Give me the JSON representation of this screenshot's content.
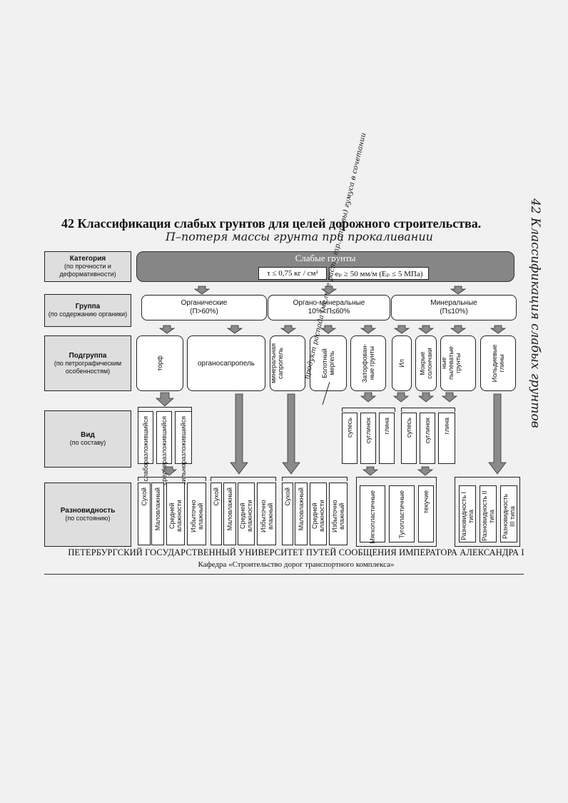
{
  "title": "42 Классификация слабых грунтов для целей дорожного строительства.",
  "handwriting": {
    "subtitle": "П–потеря массы грунта при прокаливании",
    "side": "42 Классификация слабых грунтов",
    "note": "продукт распада (мелкие раст., тр., травы) гумуса в сочетании"
  },
  "labels": {
    "category": {
      "name": "Категория",
      "desc": "(по прочности и деформативности)"
    },
    "group": {
      "name": "Группа",
      "desc": "(по содержанию органики)"
    },
    "subgroup": {
      "name": "Подгруппа",
      "desc": "(по петрографическим особенностям)"
    },
    "kind": {
      "name": "Вид",
      "desc": "(по составу)"
    },
    "variety": {
      "name": "Разновидность",
      "desc": "(по состоянию)"
    }
  },
  "category_box": {
    "title": "Слабые грунты",
    "formula_left": "τ ≤ 0,75 кг / см²",
    "formula_right": "eₚ ≥ 50 мм/м (Eₚ ≤ 5 МПа)"
  },
  "groups": [
    {
      "name": "Органические",
      "cond": "(П>60%)"
    },
    {
      "name": "Органо-минеральные",
      "cond": "10%<П≤60%"
    },
    {
      "name": "Минеральные",
      "cond": "(П≤10%)"
    }
  ],
  "subgroups": {
    "torf": "торф",
    "organosapropel": "органосапропель",
    "org_min_sapropel": "органо - минеральная сапропель",
    "bolotny_mergel": "Болотный мергель",
    "zatorfovannye": "Заторфован-ные грунты",
    "il": "Ил",
    "mokrye_solonchaki": "Мокрые солончаки",
    "pereuvlazhnennye": "Переувлажнен ные пылеватые грунты",
    "ioldievye": "Иольдиевые глины"
  },
  "kinds": {
    "torf": [
      "слаборазложившийся",
      "среднеразложившийся",
      "сильноразложившийся"
    ],
    "zatorf": [
      "супесь",
      "суглинок",
      "глина"
    ],
    "mineral": [
      "супесь",
      "суглинок",
      "глина"
    ]
  },
  "varieties": {
    "torf": [
      "Сухой",
      "Маловлажный",
      "Средней влажности",
      "Избыточно влажный"
    ],
    "organosapropel": [
      "Сухой",
      "Маловлажный",
      "Средней влажности",
      "Избыточно влажный"
    ],
    "org_min": [
      "Сухой",
      "Маловлажный",
      "Средней влажности",
      "Избыточно влажный"
    ],
    "plasticity": [
      "Мягкопластичные",
      "Тугопластичные",
      "текучие"
    ],
    "ioldievye": [
      "Разновидность I типа",
      "Разновидность II типа",
      "Разновидность III типа"
    ]
  },
  "footer": {
    "university": "ПЕТЕРБУРГСКИЙ ГОСУДАРСТВЕННЫЙ УНИВЕРСИТЕТ ПУТЕЙ СООБЩЕНИЯ ИМПЕРАТОРА АЛЕКСАНДРА I",
    "department": "Кафедра «Строительство дорог транспортного комплекса»"
  },
  "colors": {
    "header_fill": "#868686",
    "arrow_fill": "#8a8a8a",
    "paper": "#f1f1f1"
  }
}
